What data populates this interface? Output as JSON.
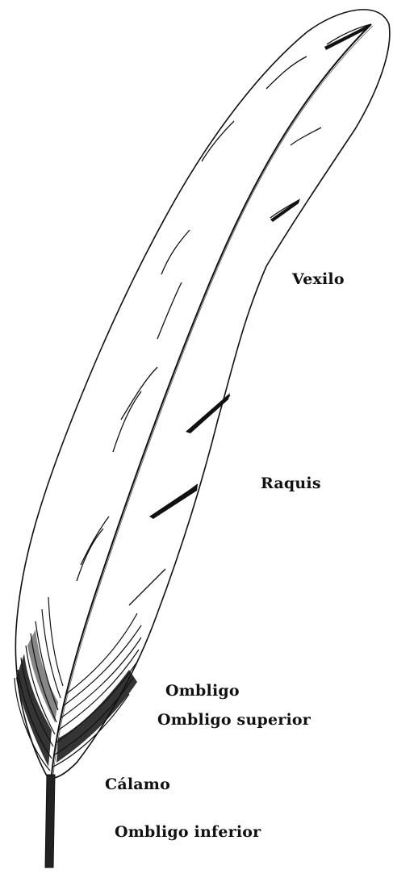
{
  "labels": {
    "vexilo": "Vexilo",
    "raquis": "Raquis",
    "ombligo": "Ombligo",
    "ombligo_superior": "Ombligo superior",
    "calamo": "Cálamo",
    "ombligo_inferior": "Ombligo inferior"
  },
  "colors": {
    "ink": "#111111",
    "background": "#ffffff"
  }
}
